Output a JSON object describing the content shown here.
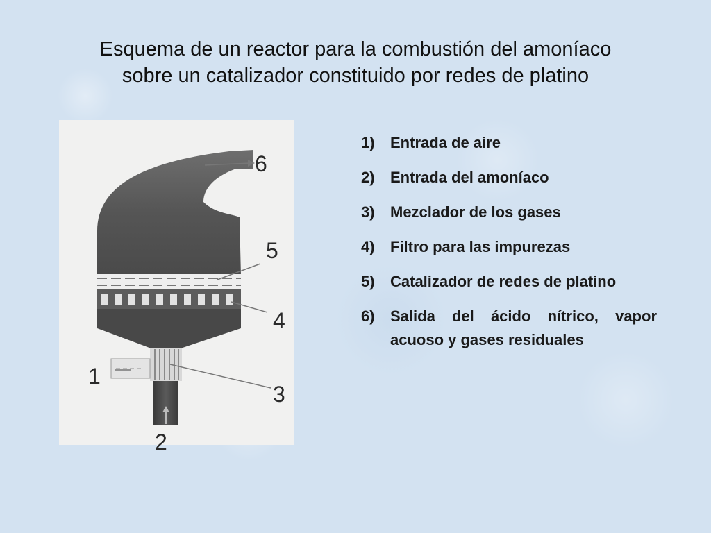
{
  "title": {
    "line1": "Esquema de un reactor para la combustión del amoníaco",
    "line2": "sobre un catalizador constituido por redes de platino"
  },
  "diagram": {
    "labels": {
      "l1": "1",
      "l2": "2",
      "l3": "3",
      "l4": "4",
      "l5": "5",
      "l6": "6"
    }
  },
  "legend": [
    {
      "num": "1)",
      "text": "Entrada de aire"
    },
    {
      "num": "2)",
      "text": "Entrada del amoníaco"
    },
    {
      "num": "3)",
      "text": "Mezclador de los gases"
    },
    {
      "num": "4)",
      "text": "Filtro para las impurezas"
    },
    {
      "num": "5)",
      "text": "Catalizador de redes de platino"
    },
    {
      "num": "6)",
      "text": "Salida del ácido nítrico, vapor acuoso y gases residuales"
    }
  ]
}
